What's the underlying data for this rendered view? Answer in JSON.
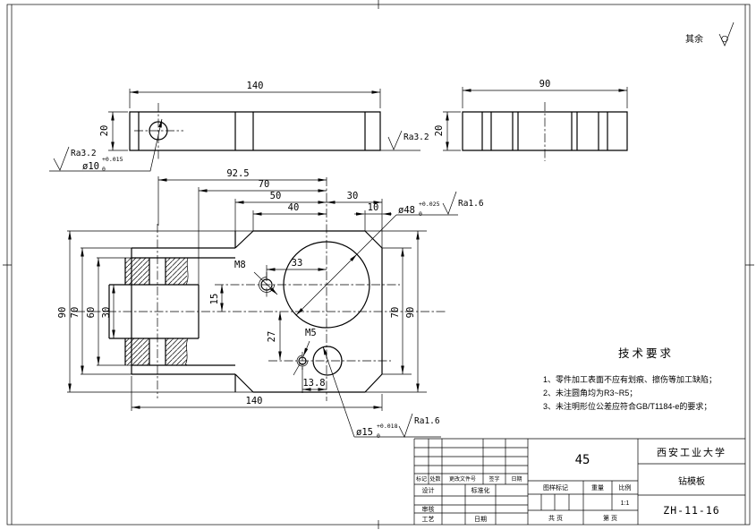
{
  "drawing": {
    "surface_note": {
      "text": "其余"
    },
    "front_view": {
      "dim_length": "140",
      "dim_height": "20",
      "hole": "ø10",
      "hole_tol_up": "+0.015",
      "hole_tol_low": "0",
      "ra_left": "Ra3.2",
      "ra_right": "Ra3.2"
    },
    "side_view": {
      "dim_width": "90",
      "dim_height": "20"
    },
    "plan_view": {
      "dim_92_5": "92.5",
      "dim_70_top": "70",
      "dim_50": "50",
      "dim_40": "40",
      "dim_30_top": "30",
      "dim_10": "10",
      "dim_33": "33",
      "dim_15": "15",
      "dim_27": "27",
      "dim_13_8": "13.8",
      "dim_90_left": "90",
      "dim_70_left": "70",
      "dim_60": "60",
      "dim_30_left": "30",
      "dim_70_right": "70",
      "dim_90_right": "90",
      "dim_140": "140",
      "thread_m8": "M8",
      "thread_m5": "M5",
      "bore": "ø48",
      "bore_tol_up": "+0.025",
      "bore_tol_low": "0",
      "bore_ra": "Ra1.6",
      "pin": "ø15",
      "pin_tol_up": "+0.018",
      "pin_tol_low": "0",
      "pin_ra": "Ra1.6"
    },
    "tech_req": {
      "title": "技术要求",
      "items": [
        "1、零件加工表面不应有划痕、擦伤等加工缺陷；",
        "2、未注圆角均为R3~R5；",
        "3、未注明形位公差应符合GB/T1184-e的要求；"
      ]
    },
    "title_block": {
      "material": "45",
      "org": "西安工业大学",
      "part": "钻模板",
      "number": "ZH-11-16",
      "h_mark": "标记",
      "h_count": "处数",
      "h_doc": "更改文件号",
      "h_sign": "签字",
      "h_date": "日期",
      "design": "设计",
      "standard": "标准化",
      "audit": "审核",
      "process": "工艺",
      "date": "日期",
      "pattern_mark": "图样标记",
      "weight": "重量",
      "scale": "比例",
      "scale_value": "1:1",
      "sheet_total": "共  页",
      "sheet_index": "第  页"
    }
  }
}
